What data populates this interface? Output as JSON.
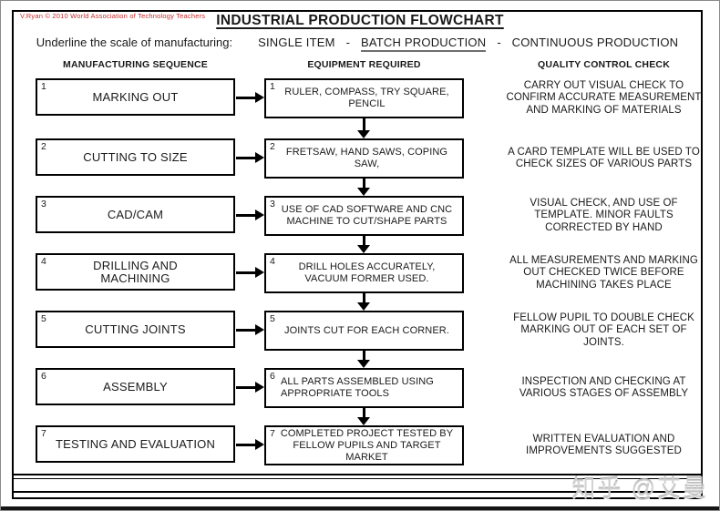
{
  "watermarks": {
    "copyright": "V.Ryan © 2010 World Association of Technology Teachers",
    "site_mark": "知乎 @艾曼"
  },
  "title": "INDUSTRIAL PRODUCTION FLOWCHART",
  "scale": {
    "prompt": "Underline the scale of manufacturing:",
    "options": [
      "SINGLE ITEM",
      "BATCH PRODUCTION",
      "CONTINUOUS PRODUCTION"
    ],
    "separator": "-",
    "underlined_option": "BATCH PRODUCTION"
  },
  "columns": {
    "sequence": "MANUFACTURING SEQUENCE",
    "equipment": "EQUIPMENT REQUIRED",
    "quality": "QUALITY CONTROL CHECK"
  },
  "rows": [
    {
      "num": "1",
      "sequence": "MARKING OUT",
      "equipment": "RULER, COMPASS, TRY SQUARE,\nPENCIL",
      "quality": "CARRY OUT VISUAL CHECK TO\nCONFIRM ACCURATE MEASUREMENT\nAND MARKING OF MATERIALS"
    },
    {
      "num": "2",
      "sequence": "CUTTING TO SIZE",
      "equipment": "FRETSAW, HAND SAWS, COPING\nSAW,",
      "quality": "A CARD TEMPLATE WILL BE USED TO\nCHECK SIZES OF VARIOUS PARTS"
    },
    {
      "num": "3",
      "sequence": "CAD/CAM",
      "equipment": "USE OF CAD SOFTWARE AND CNC\nMACHINE TO CUT/SHAPE PARTS",
      "quality": "VISUAL CHECK, AND USE OF\nTEMPLATE. MINOR FAULTS\nCORRECTED BY HAND"
    },
    {
      "num": "4",
      "sequence": "DRILLING AND\nMACHINING",
      "equipment": "DRILL HOLES ACCURATELY,\nVACUUM FORMER USED.",
      "quality": "ALL MEASUREMENTS AND MARKING\nOUT CHECKED TWICE BEFORE\nMACHINING TAKES PLACE"
    },
    {
      "num": "5",
      "sequence": "CUTTING JOINTS",
      "equipment": "JOINTS CUT FOR EACH CORNER.",
      "quality": "FELLOW PUPIL TO DOUBLE CHECK\nMARKING OUT OF EACH SET OF\nJOINTS."
    },
    {
      "num": "6",
      "sequence": "ASSEMBLY",
      "equipment": "ALL PARTS ASSEMBLED USING\nAPPROPRIATE TOOLS",
      "quality": "INSPECTION AND CHECKING AT\nVARIOUS STAGES OF ASSEMBLY"
    },
    {
      "num": "7",
      "sequence": "TESTING AND EVALUATION",
      "equipment": "COMPLETED PROJECT TESTED BY\nFELLOW PUPILS AND TARGET\nMARKET",
      "quality": "WRITTEN EVALUATION  AND\nIMPROVEMENTS SUGGESTED"
    }
  ],
  "colors": {
    "ink": "#1a1a1a",
    "box_border": "#000000",
    "copyright_red": "#c42b2b",
    "watermark_gray": "#cfcfcf"
  }
}
